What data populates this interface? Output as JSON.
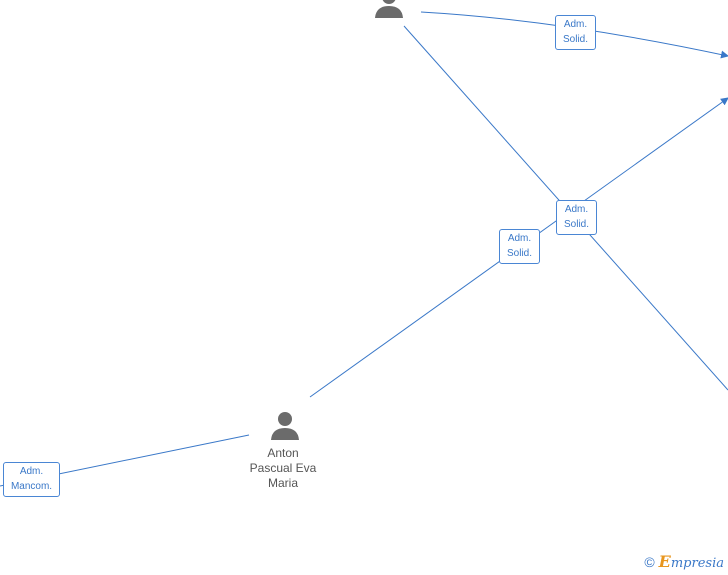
{
  "nodes": {
    "top_person": {
      "name": ""
    },
    "anton": {
      "name_lines": [
        "Anton",
        "Pascual Eva",
        "Maria"
      ]
    }
  },
  "roles": {
    "top_right": [
      "Adm.",
      "Solid."
    ],
    "center_cross": [
      "Adm.",
      "Solid."
    ],
    "center_left": [
      "Adm.",
      "Solid."
    ],
    "bottom_left": [
      "Adm.",
      "Mancom."
    ]
  },
  "branding": {
    "copyright": "©",
    "brand_initial": "E",
    "brand_rest": "mpresia"
  },
  "colors": {
    "edge": "#3a78c8",
    "person": "#6b6b6b"
  }
}
